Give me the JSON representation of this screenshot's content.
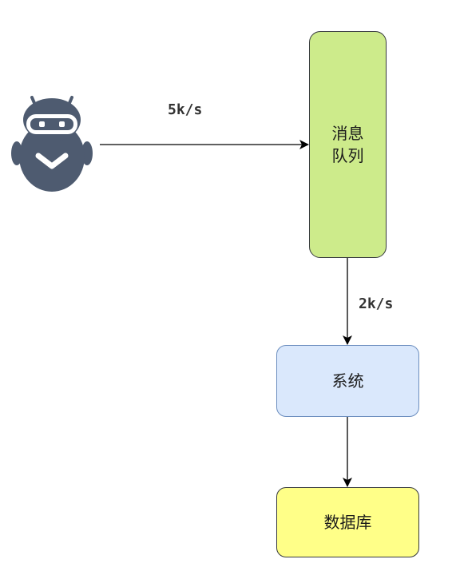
{
  "edges": {
    "producer_to_queue": {
      "label": "5k/s"
    },
    "queue_to_system": {
      "label": "2k/s"
    }
  },
  "nodes": {
    "producer": {
      "icon": "robot-icon",
      "color": "#4e5b70"
    },
    "queue": {
      "label_line1": "消息",
      "label_line2": "队列",
      "fill": "#cdeb8b",
      "stroke": "#36393d"
    },
    "system": {
      "label": "系统",
      "fill": "#dae8fc",
      "stroke": "#6c8ebf"
    },
    "database": {
      "label": "数据库",
      "fill": "#ffff88",
      "stroke": "#36393d"
    }
  }
}
